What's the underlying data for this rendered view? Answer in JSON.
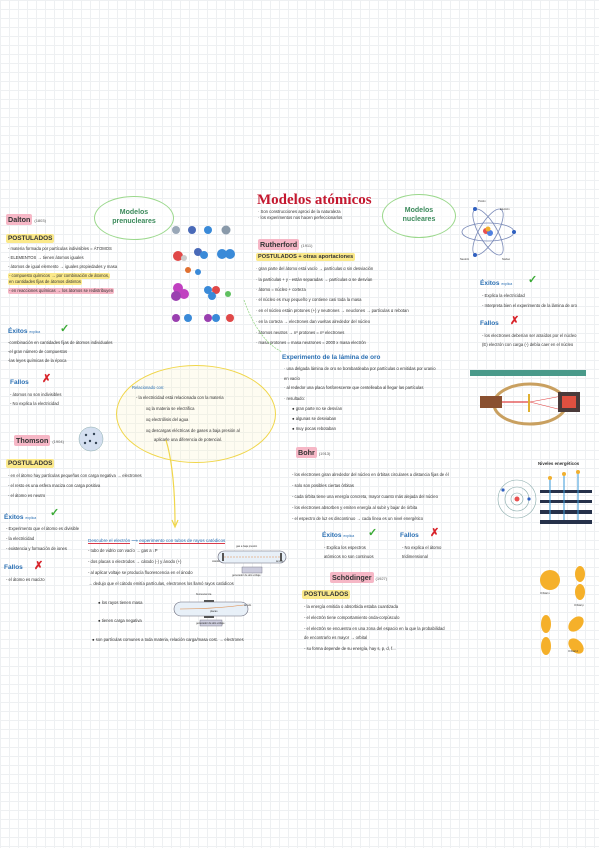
{
  "title": "Modelos atómicos",
  "intro": [
    "· Son construcciones aproxi de la naturaleza",
    "· los experimentos nos hacen perfeccionarlos"
  ],
  "clouds": {
    "prenucleares": [
      "Modelos",
      "prenucleares"
    ],
    "nucleares": [
      "Modelos",
      "nucleares"
    ]
  },
  "dalton": {
    "name": "Dalton",
    "year": "(1803)",
    "postulados_label": "POSTULADOS",
    "postulados": [
      "- materia formada por partículas indivisibles = ÁTOMOS",
      "- ELEMENTOS → tienen átomos iguales",
      "- átomos de igual elemento → iguales propiedades y masa",
      "- compuesto químicos → por combinación de átomos,",
      "  en cantidades fijas de átomos distintos",
      "- en reacciones químicas → los átomos se redistribuyen"
    ],
    "exitos_label": "Éxitos",
    "exitos_small": "explica",
    "exitos": [
      "-combinación en cantidades fijas de átomos individuales",
      "-el gran número de compuestos",
      "-las leyes químicas de la época"
    ],
    "fallos_label": "Fallos",
    "fallos": [
      "- átomos no son indivisibles",
      "- No explica la electricidad"
    ]
  },
  "sun_box": {
    "title": "Relacionado con:",
    "lines": [
      "- la electricidad está relacionada con la materia",
      "xq la materia se electrifica",
      "xq electrólisis del agua",
      "xq descargas eléctricas de gases a baja presión al",
      "aplicarle una diferencia de potencial."
    ]
  },
  "thomson": {
    "name": "Thomson",
    "year": "(1904)",
    "postulados_label": "POSTULADOS",
    "postulados": [
      "- en el átomo hay partículas pequeñas con carga negativa → electrones",
      "- el resto es una esfera maciza con carga positiva",
      "- el átomo es neutro"
    ],
    "exitos_label": "Éxitos",
    "exitos_small": "explica",
    "exitos": [
      "- Experimento que el átomo es divisible",
      "- la electricidad",
      "- existencia y formación de iones"
    ],
    "fallos_label": "Fallos",
    "fallos": [
      "- el átomo es macizo"
    ]
  },
  "electron": {
    "headline_a": "Descubre el electrón",
    "headline_b": "experimento con tubos de rayos catódicos",
    "lines": [
      "- tubo de vidrio con vacío → gas a ↓P",
      "- dos placas o electrodos → cátodo (-) y ánodo (+)",
      "- al aplicar voltaje se producía fluorescencia en el ánodo",
      "→ dedujo que el cátodo emitía partículas, electrones los llamó rayos catódicos"
    ],
    "bullets": [
      "los rayos tienen masa",
      "tienen carga negativa"
    ],
    "last": "● son partículas comunes a toda materia, relación carga/masa cost. → electrones",
    "diagram_labels": [
      "gas a baja presión",
      "ánodo",
      "cátodo",
      "generador de alto voltaje",
      "fluorescencia",
      "ánodo",
      "generador de alto voltaje",
      "placas"
    ]
  },
  "rutherford": {
    "name": "Rutherford",
    "year": "(1911)",
    "postulados_label": "POSTULADOS + otras aportaciones",
    "postulados": [
      "· gran parte del átomo está vacío → partículas α sin desviación",
      "· la partículas + y - están separadas → partículas α se desvían",
      "· átomo = núcleo + corteza",
      "· el núcleo es muy pequeño y contiene casi toda la masa",
      "· en el núcleo están protones (+) y neutrones → neuclones → partículas α rebotan",
      "· en la corteza → electrones dan vueltas alrededor del núcleo",
      "· átomos neutros → nº protones = nº electrones",
      "· masa protones = masa neutrones = 2000 x masa electrón"
    ],
    "exitos_label": "Éxitos",
    "exitos_small": "explica",
    "exitos": [
      "- Explica la electricidad",
      "- Interpreta bien el experimento de la lámina de oro"
    ],
    "fallos_label": "Fallos",
    "fallos": [
      "- los electrones deberían ser atraídos por el núcleo",
      "(E) electrón con carga (-) debía caer en el núcleo"
    ],
    "atom_labels": [
      "Protón",
      "Electrón",
      "Neutrón",
      "Núcleo"
    ]
  },
  "lamina": {
    "title": "Experimento de la lámina de oro",
    "lines": [
      "· una delgada lámina de oro se bombardeaba por partículas α emitidas por uranio",
      "  en vacío",
      "· al rededor una placa fosforescente que centelleaba al llegar las partículas",
      "· resultado:"
    ],
    "results": [
      "● gran parte no se desvían",
      "● algunas se desviaban",
      "● muy pocas rebotaban"
    ]
  },
  "bohr": {
    "name": "Bohr",
    "year": "(1913)",
    "postulados": [
      "- los electrones giran alrededor del núcleo en órbitas circulares a distancia fijas de él",
      "- solo son posibles ciertas órbitas",
      "- cada órbita tiene una energía concreta, mayor cuanto más alejada del núcleo",
      "- los electrones absorben y emiten energía al subir y bajar de órbita",
      "- el espectro de luz es discontinuo → cada línea es un nivel energético"
    ],
    "exitos_label": "Éxitos",
    "exitos_small": "explica",
    "exitos": [
      "- Explica los espectros",
      "  atómicos no son continuos"
    ],
    "fallos_label": "Fallos",
    "fallos": [
      "- No explica el átomo",
      "  tridimensional"
    ],
    "chart_title": "Niveles energéticos"
  },
  "schrodinger": {
    "name": "Schödinger",
    "year": "(1927)",
    "postulados_label": "POSTULADOS",
    "postulados": [
      "- la energía emitida o absorbida estaba cuantizada",
      "- el electrón tiene comportamiento onda-corpúsculo",
      "- el electrón se encuentra en una zona del espacio en la que la probabilidad",
      "  de encontrarlo es mayor → orbital",
      "- su forma depende de su energía, hay s, p, d, f..."
    ],
    "orbital_labels": [
      "Orbital s",
      "Orbital p",
      "Orbital d"
    ]
  },
  "colors": {
    "title": "#c4182f",
    "blue": "#2a6fb3",
    "green": "#3aaa35",
    "red": "#d8232a",
    "pink": "#f6b7c6",
    "yellow": "#fbe98a"
  }
}
